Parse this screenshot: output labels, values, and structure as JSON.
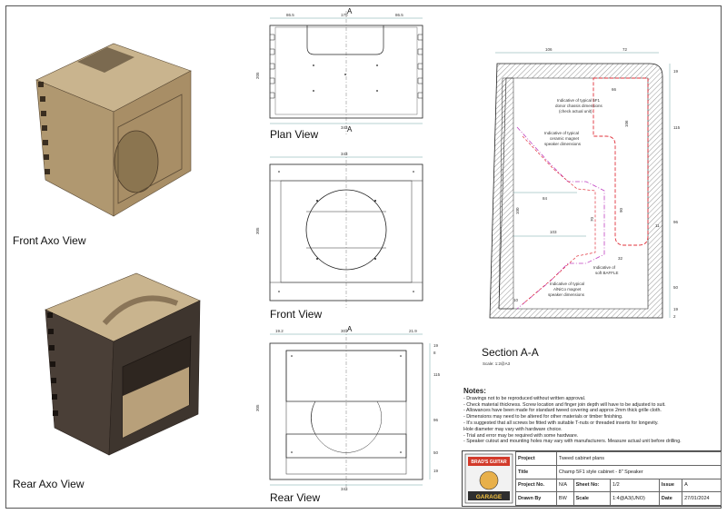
{
  "views": {
    "front_axo": "Front Axo View",
    "rear_axo": "Rear Axo View",
    "plan": "Plan View",
    "front": "Front View",
    "rear": "Rear View",
    "section": "Section A-A",
    "section_scale": "Scale: 1:2@A3"
  },
  "section_marker": "A",
  "dims": {
    "plan_top_left": "86.5",
    "plan_top_mid": "170",
    "plan_top_right": "86.5",
    "plan_side": "205",
    "plan_bottom": "343",
    "front_top": "343",
    "front_side": "305",
    "rear_top_left": "19.2",
    "rear_top_mid": "301",
    "rear_top_right": "21.9",
    "rear_side": "305",
    "rear_bottom": "343",
    "rear_r1": "19",
    "rear_r2": "8",
    "rear_r3": "115",
    "rear_r4": "96",
    "rear_r5": "50",
    "rear_r6": "19",
    "sec_top1": "106",
    "sec_top2": "72",
    "sec_r1": "19",
    "sec_r2": "115",
    "sec_r3": "96",
    "sec_r4": "50",
    "sec_r5": "19",
    "sec_r6": "2",
    "sec_i1": "66",
    "sec_i2": "106",
    "sec_i3": "84",
    "sec_i4": "100",
    "sec_i5": "103",
    "sec_i6": "70",
    "sec_i7": "90",
    "sec_i8": "32",
    "sec_i9": "11",
    "sec_i10": "10"
  },
  "annotations": {
    "a1": "Indicative of typical 5F1",
    "a1b": "donor chassis dimensions",
    "a1c": "(check actual unit)",
    "a2": "Indicative of typical",
    "a2b": "ceramic magnet",
    "a2c": "speaker dimensions",
    "a3": "Indicative of typical",
    "a3b": "AlNiCo magnet",
    "a3c": "speaker dimensions",
    "a4": "Indicative of",
    "a4b": "soft BAFFLE"
  },
  "notes": {
    "title": "Notes:",
    "items": [
      "- Drawings not to be reproduced without written approval.",
      "- Check material thickness. Screw location and finger join depth will have to be adjusted to suit.",
      "- Allowances have been made for standard tweed covering and approx 2mm thick grille cloth.",
      "- Dimensions may need to be altered for other materials or timber finishing.",
      "- It's suggested that all screws be fitted with suitable T-nuts or threaded inserts for longevity.",
      "  Hole diameter may vary with hardware choice.",
      "- Trial and error may be required with some hardware.",
      "- Speaker cutout and mounting holes may vary with manufacturers. Measure actual unit before drilling."
    ]
  },
  "logo": {
    "line1": "BRAD'S GUITAR",
    "line2": "GARAGE"
  },
  "title_block": {
    "project_k": "Project",
    "project_v": "Tweed cabinet plans",
    "title_k": "Title",
    "title_v": "Champ 5F1 style cabinet - 8\" Speaker",
    "projno_k": "Project No.",
    "projno_v": "N/A",
    "sheet_k": "Sheet No:",
    "sheet_v": "1/2",
    "issue_k": "Issue",
    "issue_v": "A",
    "drawn_k": "Drawn By",
    "drawn_v": "BW",
    "scale_k": "Scale",
    "scale_v": "1:4@A3(UNO)",
    "date_k": "Date",
    "date_v": "27/01/2024"
  },
  "colors": {
    "wood_light": "#b8a07a",
    "wood_dark": "#4a3f37",
    "red_dash": "#e0303a",
    "magenta_dash": "#c040c0",
    "teal_dim": "#4a8c8c"
  }
}
